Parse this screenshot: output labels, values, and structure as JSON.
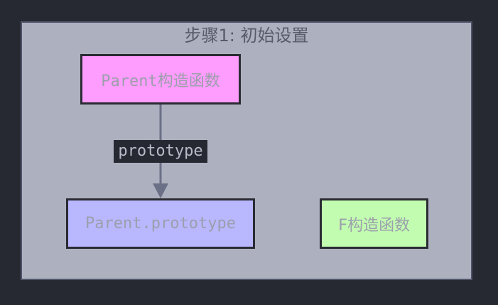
{
  "diagram": {
    "subgraph_title": "步骤1: 初始设置",
    "nodes": {
      "parent_constructor": "Parent构造函数",
      "parent_prototype": "Parent.prototype",
      "f_constructor": "F构造函数"
    },
    "edges": {
      "prototype_label": "prototype"
    }
  },
  "colors": {
    "background": "#272932",
    "subgraph_fill": "#adb1bf",
    "subgraph_border": "#505569",
    "title_text": "#565a69",
    "node_text": "#9c9fac",
    "node_border": "#2a2b33",
    "parent_constructor_fill": "#ff9dfe",
    "parent_prototype_fill": "#b9b7fe",
    "f_constructor_fill": "#c2fcb1",
    "edge_stroke": "#6c7086",
    "edge_label_bg": "#272932",
    "edge_label_text": "#b7bbc8"
  }
}
